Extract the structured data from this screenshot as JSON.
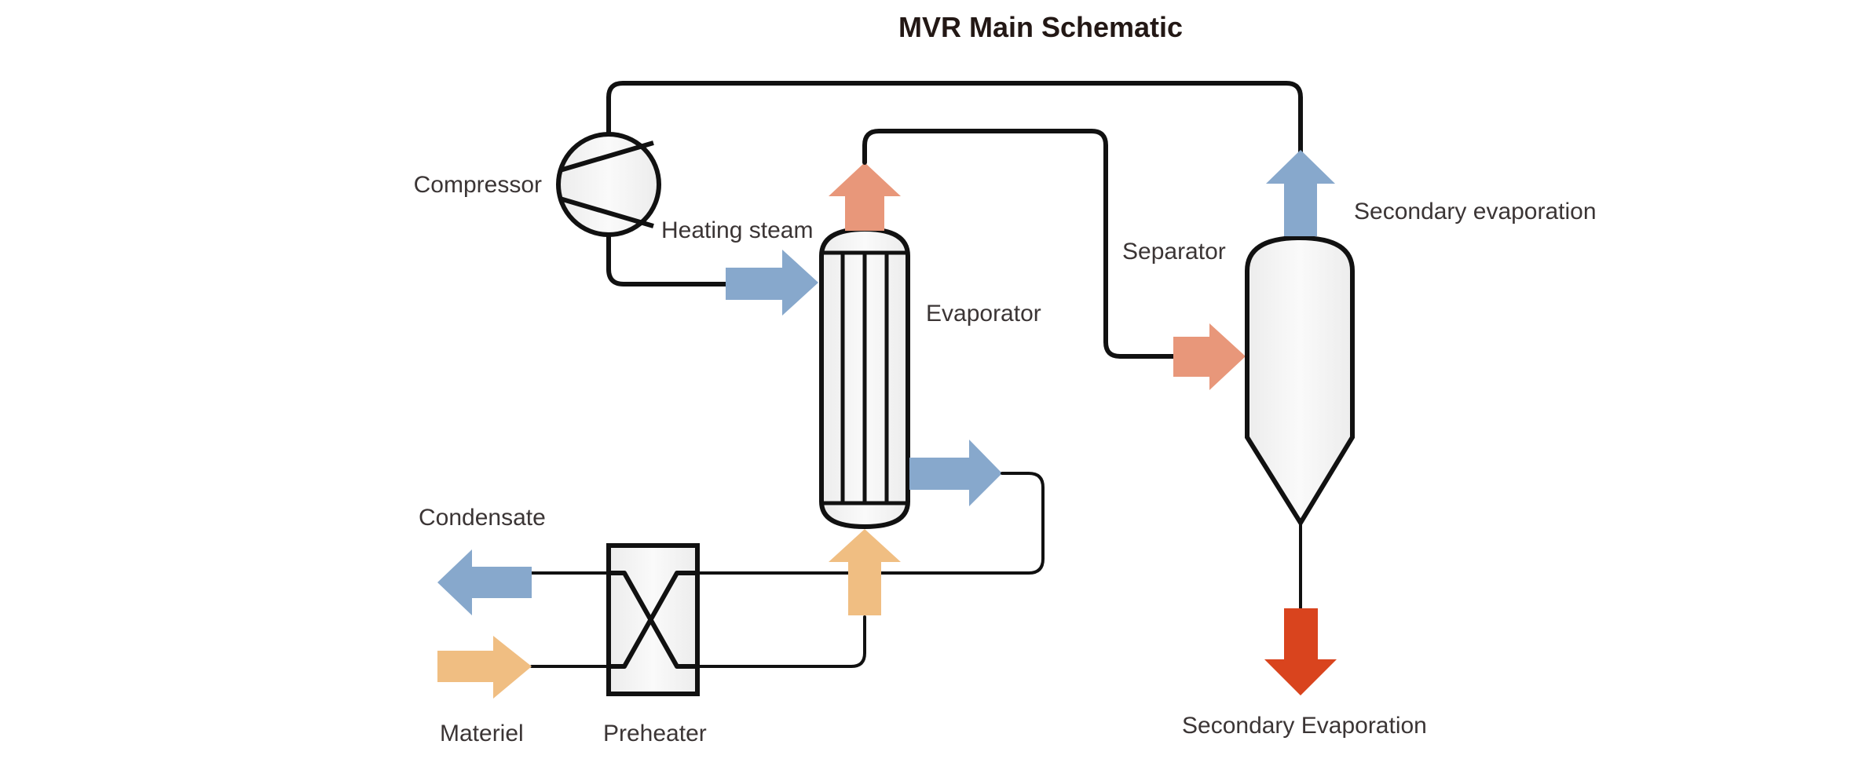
{
  "title": "MVR Main Schematic",
  "labels": {
    "compressor": "Compressor",
    "heating_steam": "Heating steam",
    "evaporator": "Evaporator",
    "separator": "Separator",
    "secondary_evaporation_top": "Secondary evaporation",
    "secondary_evaporation_bottom": "Secondary Evaporation",
    "condensate": "Condensate",
    "materiel": "Materiel",
    "preheater": "Preheater"
  },
  "colors": {
    "steam_blue": "#87a8cc",
    "vapor_salmon": "#e8977a",
    "feed_orange": "#f0be82",
    "discharge_red": "#d9441e",
    "line": "#111111",
    "vessel_fill": "#f0f0f0"
  },
  "nodes": [
    {
      "id": "compressor",
      "type": "compressor"
    },
    {
      "id": "evaporator",
      "type": "shell-and-tube evaporator"
    },
    {
      "id": "separator",
      "type": "separator vessel"
    },
    {
      "id": "preheater",
      "type": "heat exchanger"
    }
  ],
  "flows": [
    {
      "from": "separator",
      "to": "compressor",
      "label": "Secondary evaporation",
      "color": "steam_blue"
    },
    {
      "from": "compressor",
      "to": "evaporator",
      "label": "Heating steam",
      "color": "steam_blue"
    },
    {
      "from": "evaporator",
      "to": "separator",
      "label": "",
      "color": "vapor_salmon"
    },
    {
      "from": "evaporator",
      "to": "preheater",
      "label": "",
      "color": "steam_blue"
    },
    {
      "from": "preheater",
      "to": "outlet",
      "label": "Condensate",
      "color": "steam_blue"
    },
    {
      "from": "inlet",
      "to": "preheater",
      "label": "Materiel",
      "color": "feed_orange"
    },
    {
      "from": "preheater",
      "to": "evaporator",
      "label": "",
      "color": "feed_orange"
    },
    {
      "from": "separator",
      "to": "outlet",
      "label": "Secondary Evaporation",
      "color": "discharge_red"
    }
  ]
}
